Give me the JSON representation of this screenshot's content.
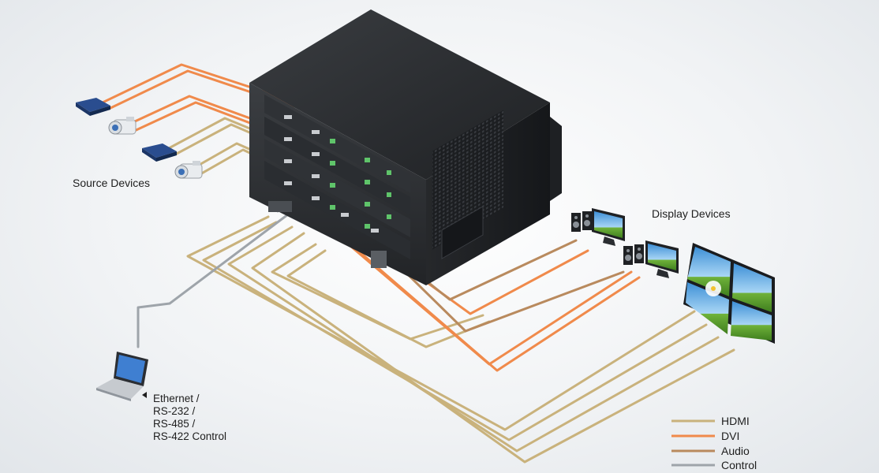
{
  "labels": {
    "source_devices": "Source Devices",
    "display_devices": "Display Devices",
    "control_lines": [
      "Ethernet /",
      "RS-232 /",
      "RS-485 /",
      "RS-422 Control"
    ]
  },
  "legend": [
    {
      "label": "HDMI",
      "color": "#c9b27c"
    },
    {
      "label": "DVI",
      "color": "#f08a4b"
    },
    {
      "label": "Audio",
      "color": "#b98a5e"
    },
    {
      "label": "Control",
      "color": "#9ea4aa"
    }
  ],
  "colors": {
    "hdmi": "#c9b27c",
    "dvi": "#f08a4b",
    "audio": "#b98a5e",
    "control": "#9ea4aa",
    "chassis": "#2b2d30"
  },
  "icons": [
    "media-player-icon",
    "camcorder-icon",
    "laptop-icon",
    "speaker-icon",
    "monitor-icon",
    "video-wall-icon",
    "matrix-switch-chassis"
  ]
}
